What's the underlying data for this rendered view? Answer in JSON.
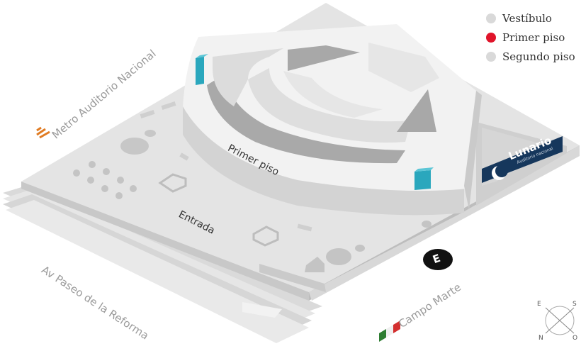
{
  "legend": {
    "items": [
      {
        "label": "Vestíbulo",
        "color": "#d9d9d9"
      },
      {
        "label": "Primer piso",
        "color": "#e0142a"
      },
      {
        "label": "Segundo piso",
        "color": "#d9d9d9"
      }
    ]
  },
  "labels": {
    "metro_auditorio": "Metro Auditorio Nacional",
    "av_paseo": "Av Paseo de la Reforma",
    "campo_marte": "Campo Marte",
    "primer_piso": "Primer piso",
    "entrada": "Entrada"
  },
  "lunario": {
    "name": "Lunario",
    "subtitle": "Auditorio nacional",
    "bg_color": "#16375c"
  },
  "marker": {
    "letter": "E"
  },
  "compass": {
    "e": "E",
    "s": "S",
    "n": "N",
    "o": "O"
  },
  "colors": {
    "base": "#e4e4e4",
    "building": "#f2f2f2",
    "dark_seating": "#a8a8a8",
    "light_seating": "#dedede",
    "elevator": "#2aa7bd",
    "metro": "#e07b22"
  }
}
